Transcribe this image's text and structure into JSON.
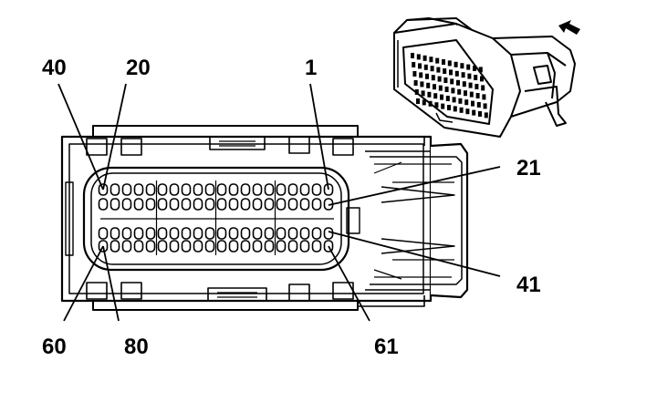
{
  "diagram": {
    "pin_labels": {
      "p40": "40",
      "p20": "20",
      "p1": "1",
      "p21": "21",
      "p41": "41",
      "p60": "60",
      "p80": "80",
      "p61": "61"
    },
    "connector": {
      "rows": 4,
      "pins_per_row": 20,
      "cavity_groups": 4
    },
    "icons": {
      "arrow": "insertion-direction-arrow-icon",
      "inset": "connector-perspective-view-icon"
    }
  }
}
